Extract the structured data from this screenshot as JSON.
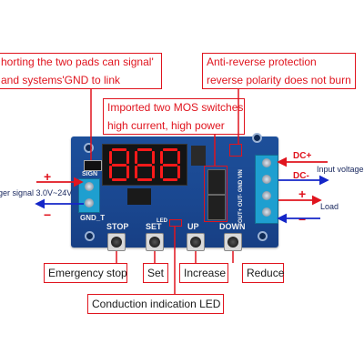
{
  "callouts": {
    "shorting": [
      "horting the two pads can signal'",
      "and systems'GND  to link"
    ],
    "anti_reverse": [
      "Anti-reverse protection",
      "reverse polarity does not burn"
    ],
    "mos": [
      "Imported two MOS switches",
      "high current, high power"
    ],
    "led": "Conduction indication LED"
  },
  "buttons": {
    "stop": "STOP",
    "set": "SET",
    "up": "UP",
    "down": "DOWN"
  },
  "button_labels": {
    "stop": "Emergency stop",
    "set": "Set",
    "up": "Increase",
    "down": "Reduce"
  },
  "left_side": {
    "plus": "+",
    "minus": "−",
    "trigger": "ger signal  3.0V~24V"
  },
  "right_side": {
    "dc_plus": "DC+",
    "dc_minus": "DC-",
    "input_voltage": "Input voltage",
    "plus": "+",
    "minus": "−",
    "load": "Load"
  },
  "silkscreen": {
    "gnd": "GND_T",
    "led": "LED",
    "out": "OUT+ OUT- GND VIN",
    "sign": "SIGN"
  },
  "colors": {
    "accent_red": "#e0141e",
    "arrow_blue": "#1426c8",
    "pcb_blue": "#1d4f9a"
  }
}
